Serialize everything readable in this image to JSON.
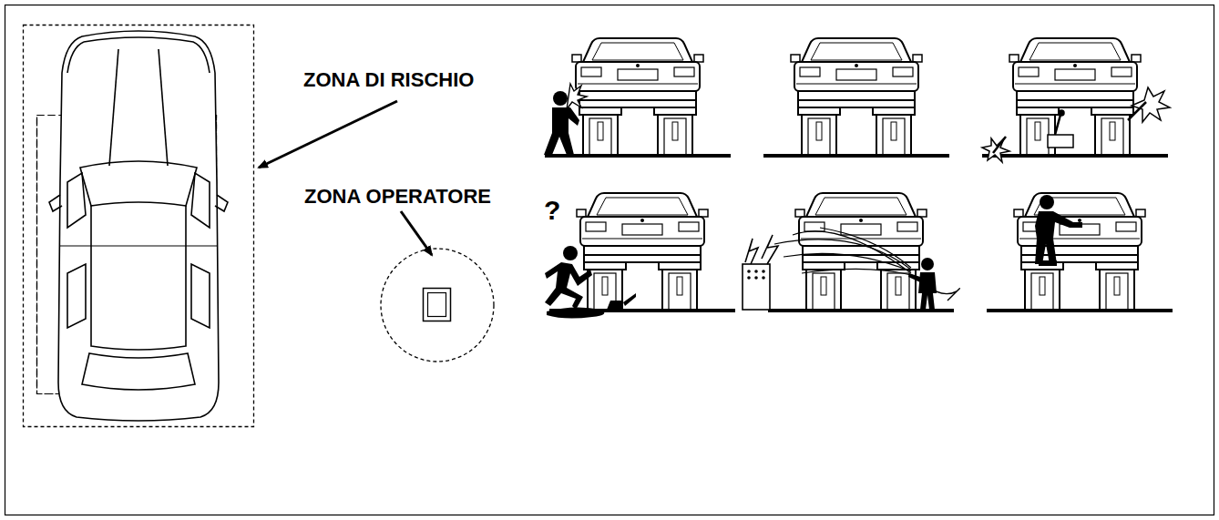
{
  "diagram": {
    "labels": [
      "ZONA DI RISCHIO",
      "ZONA OPERATORE",
      "?"
    ]
  }
}
